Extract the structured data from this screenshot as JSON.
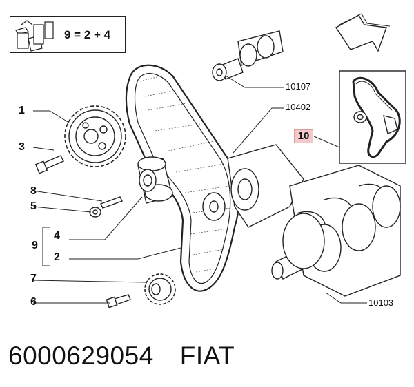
{
  "kit_formula": "9 = 2 + 4",
  "callouts": {
    "c1": "1",
    "c3": "3",
    "c8": "8",
    "c5": "5",
    "c9": "9",
    "c4": "4",
    "c2": "2",
    "c7": "7",
    "c6": "6",
    "c10": "10"
  },
  "references": {
    "r10107": "10107",
    "r10402": "10402",
    "r10103": "10103"
  },
  "footer": {
    "part_number": "6000629054",
    "brand": "FIAT"
  },
  "colors": {
    "line": "#222222",
    "highlight": "#f4c9c9"
  }
}
